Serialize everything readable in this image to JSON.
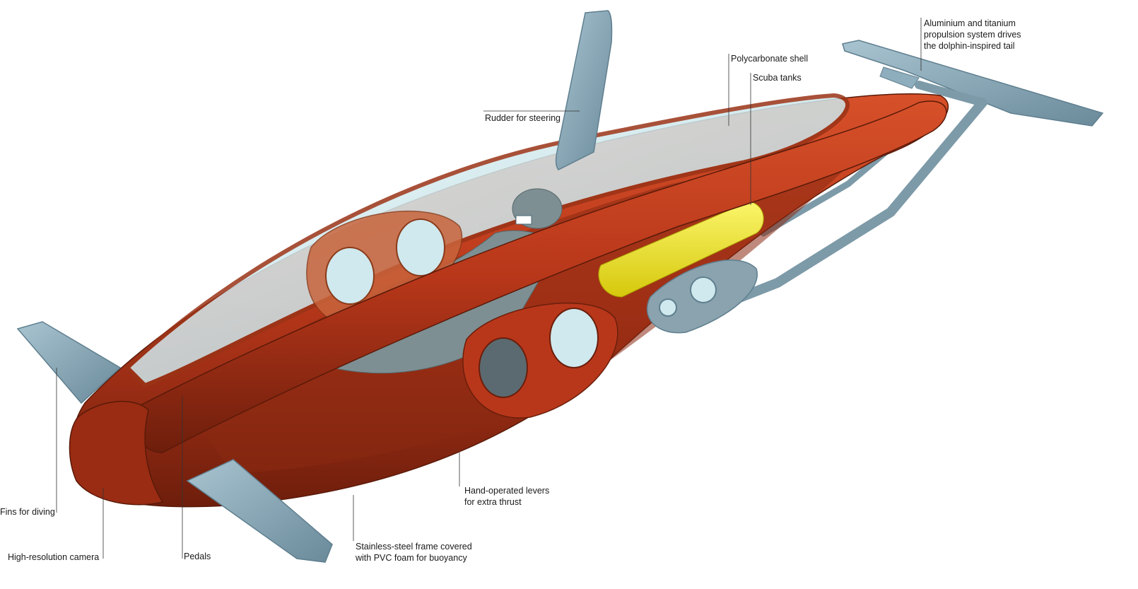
{
  "colors": {
    "hull": "#b8371a",
    "hull_dark": "#7e2310",
    "hull_light": "#d24a28",
    "fin": "#8eadbd",
    "fin_dark": "#5f7f8f",
    "glass": "#cfe9ee",
    "tank": "#f2e826",
    "pilot": "#7d8f92"
  },
  "labels": {
    "propulsion": [
      "Aluminium and titanium",
      "propulsion system drives",
      "the dolphin-inspired tail"
    ],
    "shell": [
      "Polycarbonate shell"
    ],
    "tanks": [
      "Scuba tanks"
    ],
    "rudder": [
      "Rudder for steering"
    ],
    "levers": [
      "Hand-operated levers",
      "for extra thrust"
    ],
    "fins": [
      "Fins for diving"
    ],
    "camera": [
      "High-resolution camera"
    ],
    "pedals": [
      "Pedals"
    ],
    "frame": [
      "Stainless-steel frame covered",
      "with PVC foam for buoyancy"
    ]
  }
}
